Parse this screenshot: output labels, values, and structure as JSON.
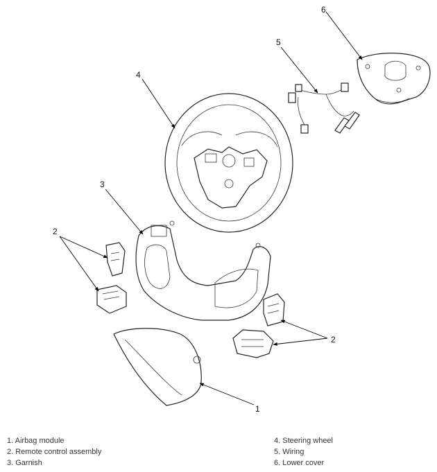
{
  "callouts": {
    "c1": "1",
    "c2a": "2",
    "c2b": "2",
    "c3": "3",
    "c4": "4",
    "c5": "5",
    "c6": "6"
  },
  "legend": {
    "left": [
      "1. Airbag module",
      "2. Remote control assembly",
      "3. Garnish"
    ],
    "right": [
      "4. Steering wheel",
      "5. Wiring",
      "6. Lower cover"
    ]
  }
}
